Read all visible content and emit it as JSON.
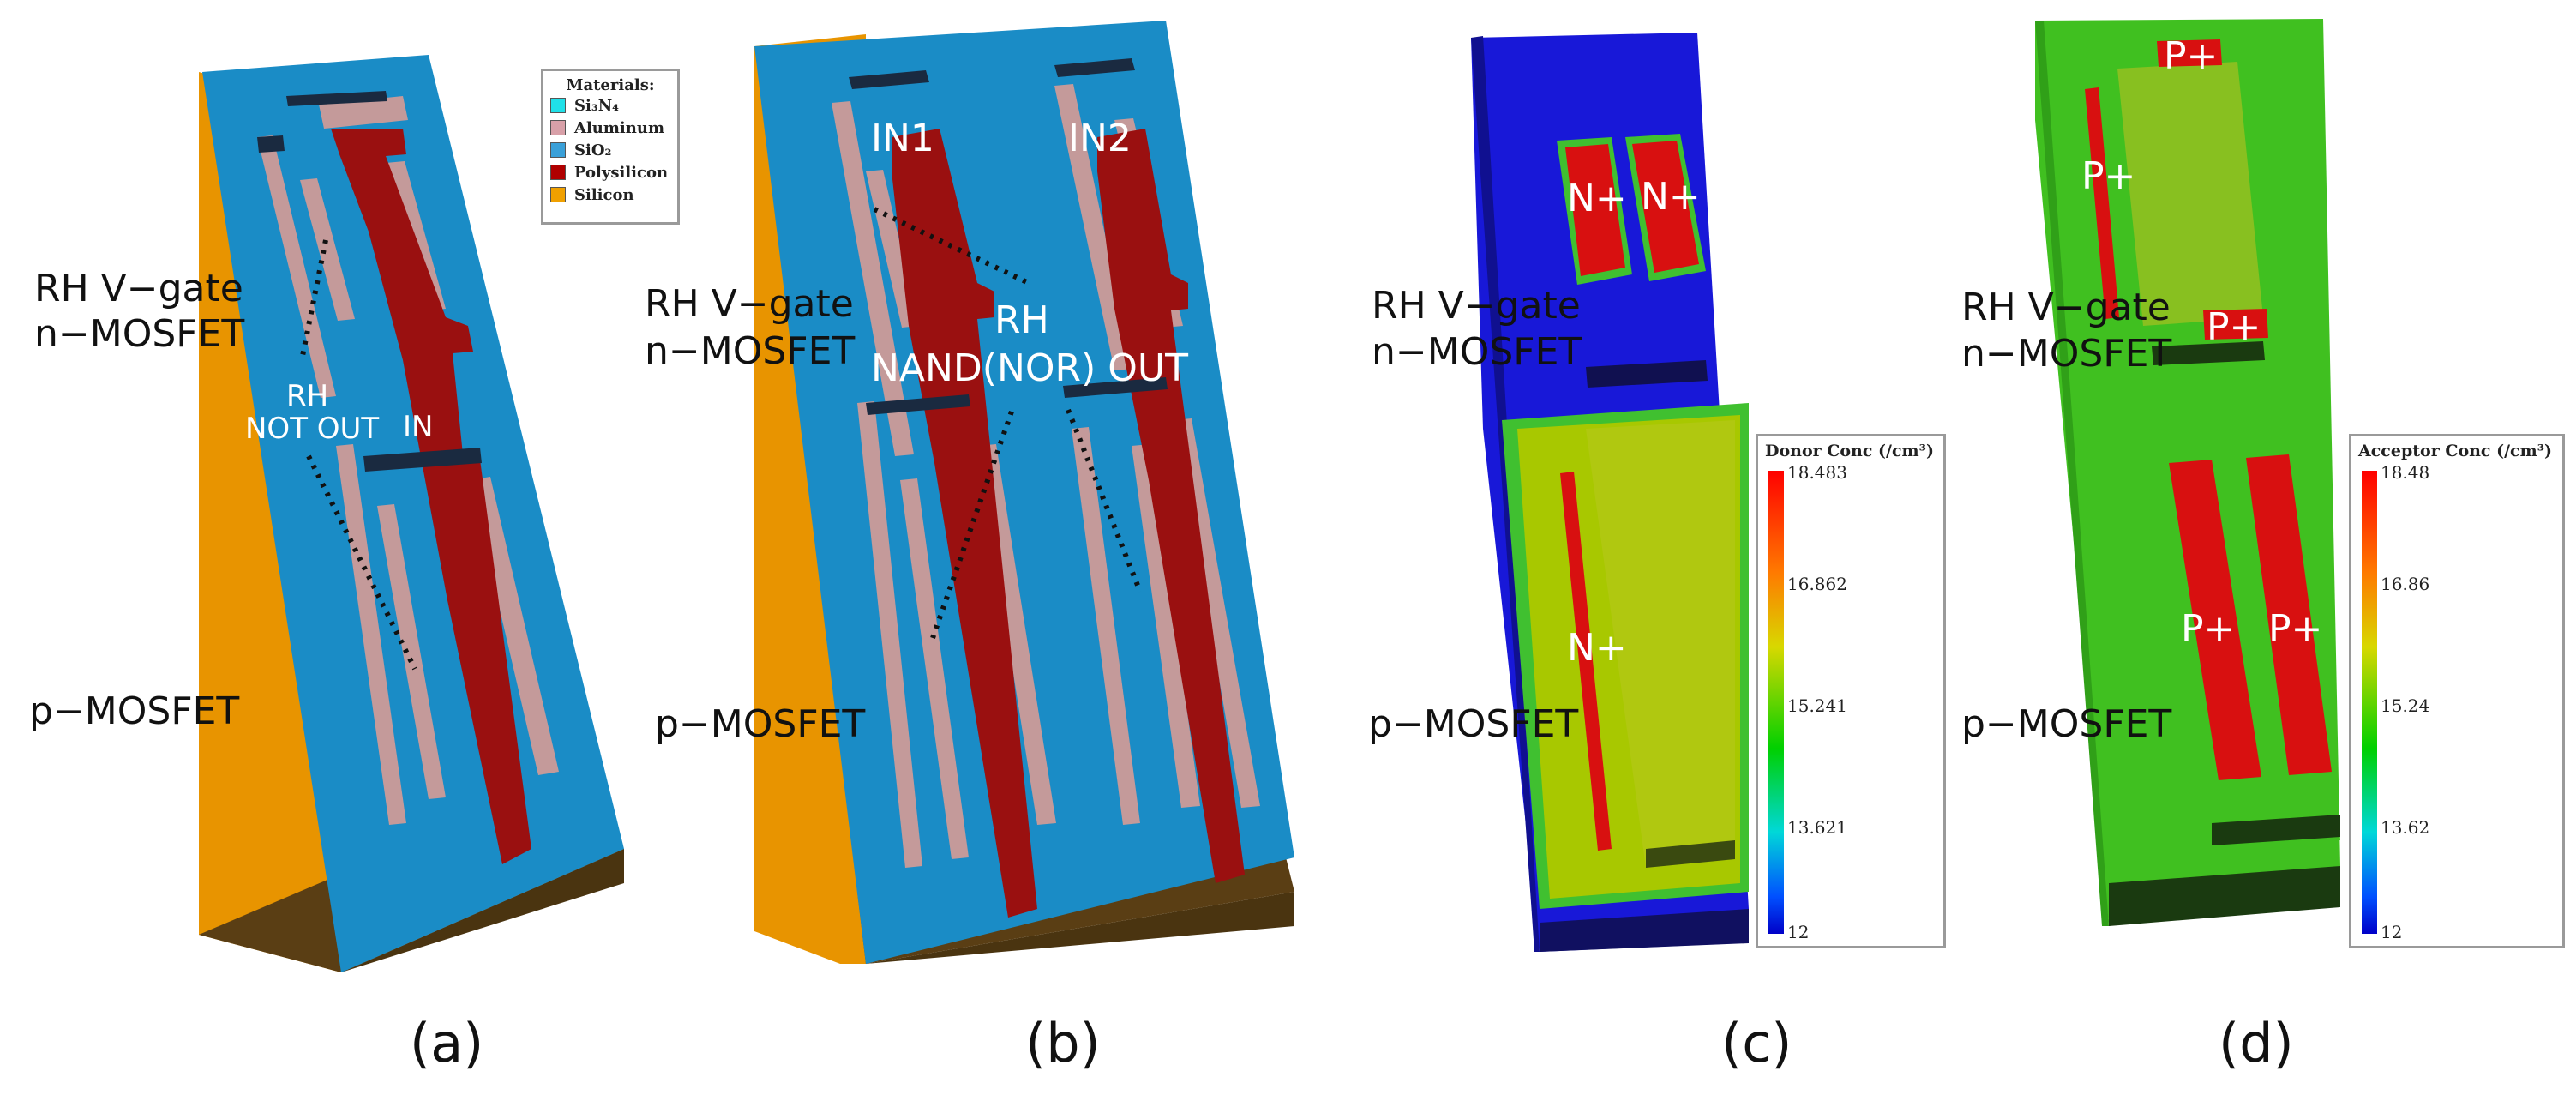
{
  "panels": [
    {
      "caption": "(a)",
      "side_labels": [
        "RH V−gate",
        "n−MOSFET",
        "p−MOSFET"
      ],
      "overlay_labels": [
        "RH",
        "NOT OUT",
        "IN"
      ]
    },
    {
      "caption": "(b)",
      "side_labels": [
        "RH V−gate",
        "n−MOSFET",
        "p−MOSFET"
      ],
      "overlay_labels": [
        "IN1",
        "IN2",
        "RH",
        "NAND(NOR) OUT"
      ]
    },
    {
      "caption": "(c)",
      "side_labels": [
        "RH V−gate",
        "n−MOSFET",
        "p−MOSFET"
      ],
      "overlay_labels": [
        "N+",
        "N+",
        "N+"
      ]
    },
    {
      "caption": "(d)",
      "side_labels": [
        "RH V−gate",
        "n−MOSFET",
        "p−MOSFET"
      ],
      "overlay_labels": [
        "P+",
        "P+",
        "P+",
        "P+",
        "P+"
      ]
    }
  ],
  "materials_legend": {
    "title": "Materials:",
    "items": [
      {
        "label": "Si₃N₄",
        "color": "#20e0e8"
      },
      {
        "label": "Aluminum",
        "color": "#d8a0a8"
      },
      {
        "label": "SiO₂",
        "color": "#3aa0d8"
      },
      {
        "label": "Polysilicon",
        "color": "#b00000"
      },
      {
        "label": "Silicon",
        "color": "#f0a000"
      }
    ]
  },
  "donor_colorbar": {
    "title": "Donor Conc (/cm³)",
    "ticks": [
      "18.483",
      "16.862",
      "15.241",
      "13.621",
      "12"
    ]
  },
  "acceptor_colorbar": {
    "title": "Acceptor Conc (/cm³)",
    "ticks": [
      "18.48",
      "16.86",
      "15.24",
      "13.62",
      "12"
    ]
  },
  "colors": {
    "oxide": "#1a8cc6",
    "silicon": "#e89400",
    "poly": "#9a1010",
    "aluminum": "#c49a9a",
    "donor_bg": "#1818d8",
    "acceptor_bg": "#40c020",
    "doped_peak": "#e01010",
    "dark_base": "#3a2a10"
  }
}
